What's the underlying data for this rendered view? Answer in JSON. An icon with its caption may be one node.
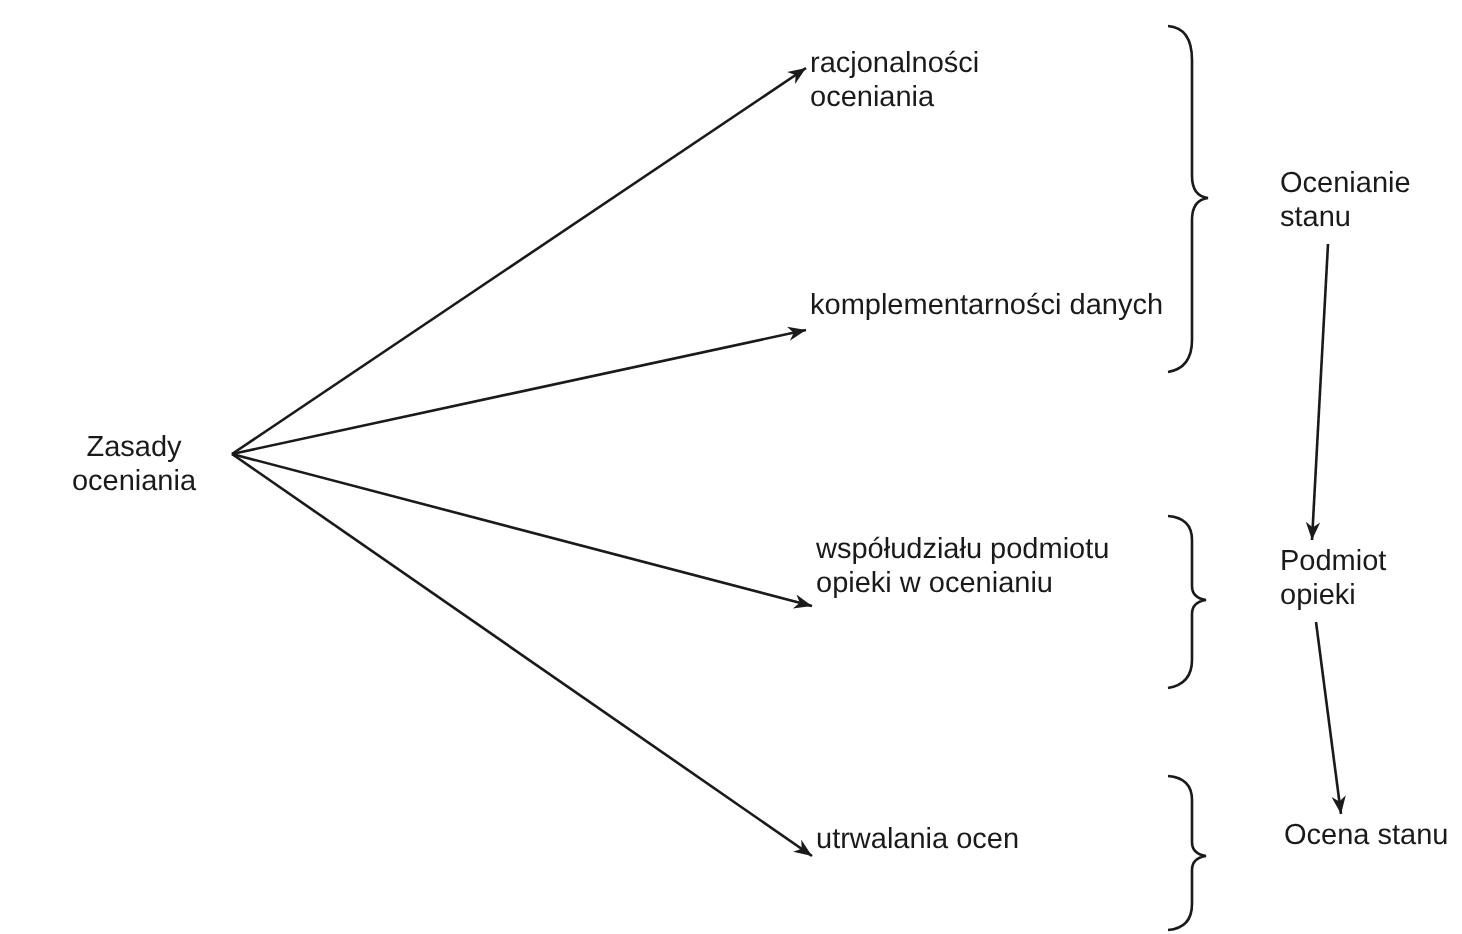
{
  "diagram": {
    "nodes": [
      {
        "text": [
          "Zasady oceniania"
        ]
      },
      {
        "text": [
          "racjonalności oceniania"
        ]
      },
      {
        "text": [
          "komplementarności danych"
        ]
      },
      {
        "text": [
          "współudziału podmiotu opieki w ocenianiu"
        ]
      },
      {
        "text": [
          "utrwalania ocen"
        ]
      },
      {
        "text": [
          "Ocenianie stanu"
        ]
      },
      {
        "text": [
          "Podmiot opieki"
        ]
      },
      {
        "text": [
          "Ocena stanu"
        ]
      }
    ],
    "edges": [
      {
        "from": 0,
        "to": 1,
        "arrow": "to"
      },
      {
        "from": 0,
        "to": 2,
        "arrow": "to"
      },
      {
        "from": 0,
        "to": 3,
        "arrow": "to"
      },
      {
        "from": 0,
        "to": 4,
        "arrow": "to"
      },
      {
        "from": 5,
        "to": 6,
        "arrow": "to"
      },
      {
        "from": 6,
        "to": 7,
        "arrow": "to"
      }
    ]
  }
}
